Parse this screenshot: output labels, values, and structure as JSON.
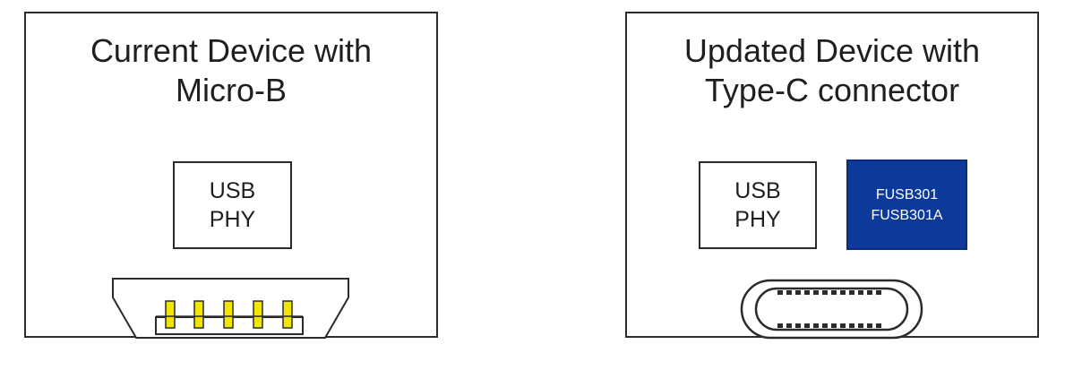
{
  "left_panel": {
    "title_line1": "Current Device with",
    "title_line2": "Micro-B",
    "chip_line1": "USB",
    "chip_line2": "PHY",
    "connector_icon": "micro-b-connector-icon"
  },
  "right_panel": {
    "title_line1": "Updated Device with",
    "title_line2": "Type-C connector",
    "phy_line1": "USB",
    "phy_line2": "PHY",
    "controller_line1": "FUSB301",
    "controller_line2": "FUSB301A",
    "connector_icon": "type-c-connector-icon"
  },
  "colors": {
    "controller_fill": "#0d3a9a",
    "micro_b_pin": "#f2e600",
    "outline": "#2b2b2b"
  }
}
